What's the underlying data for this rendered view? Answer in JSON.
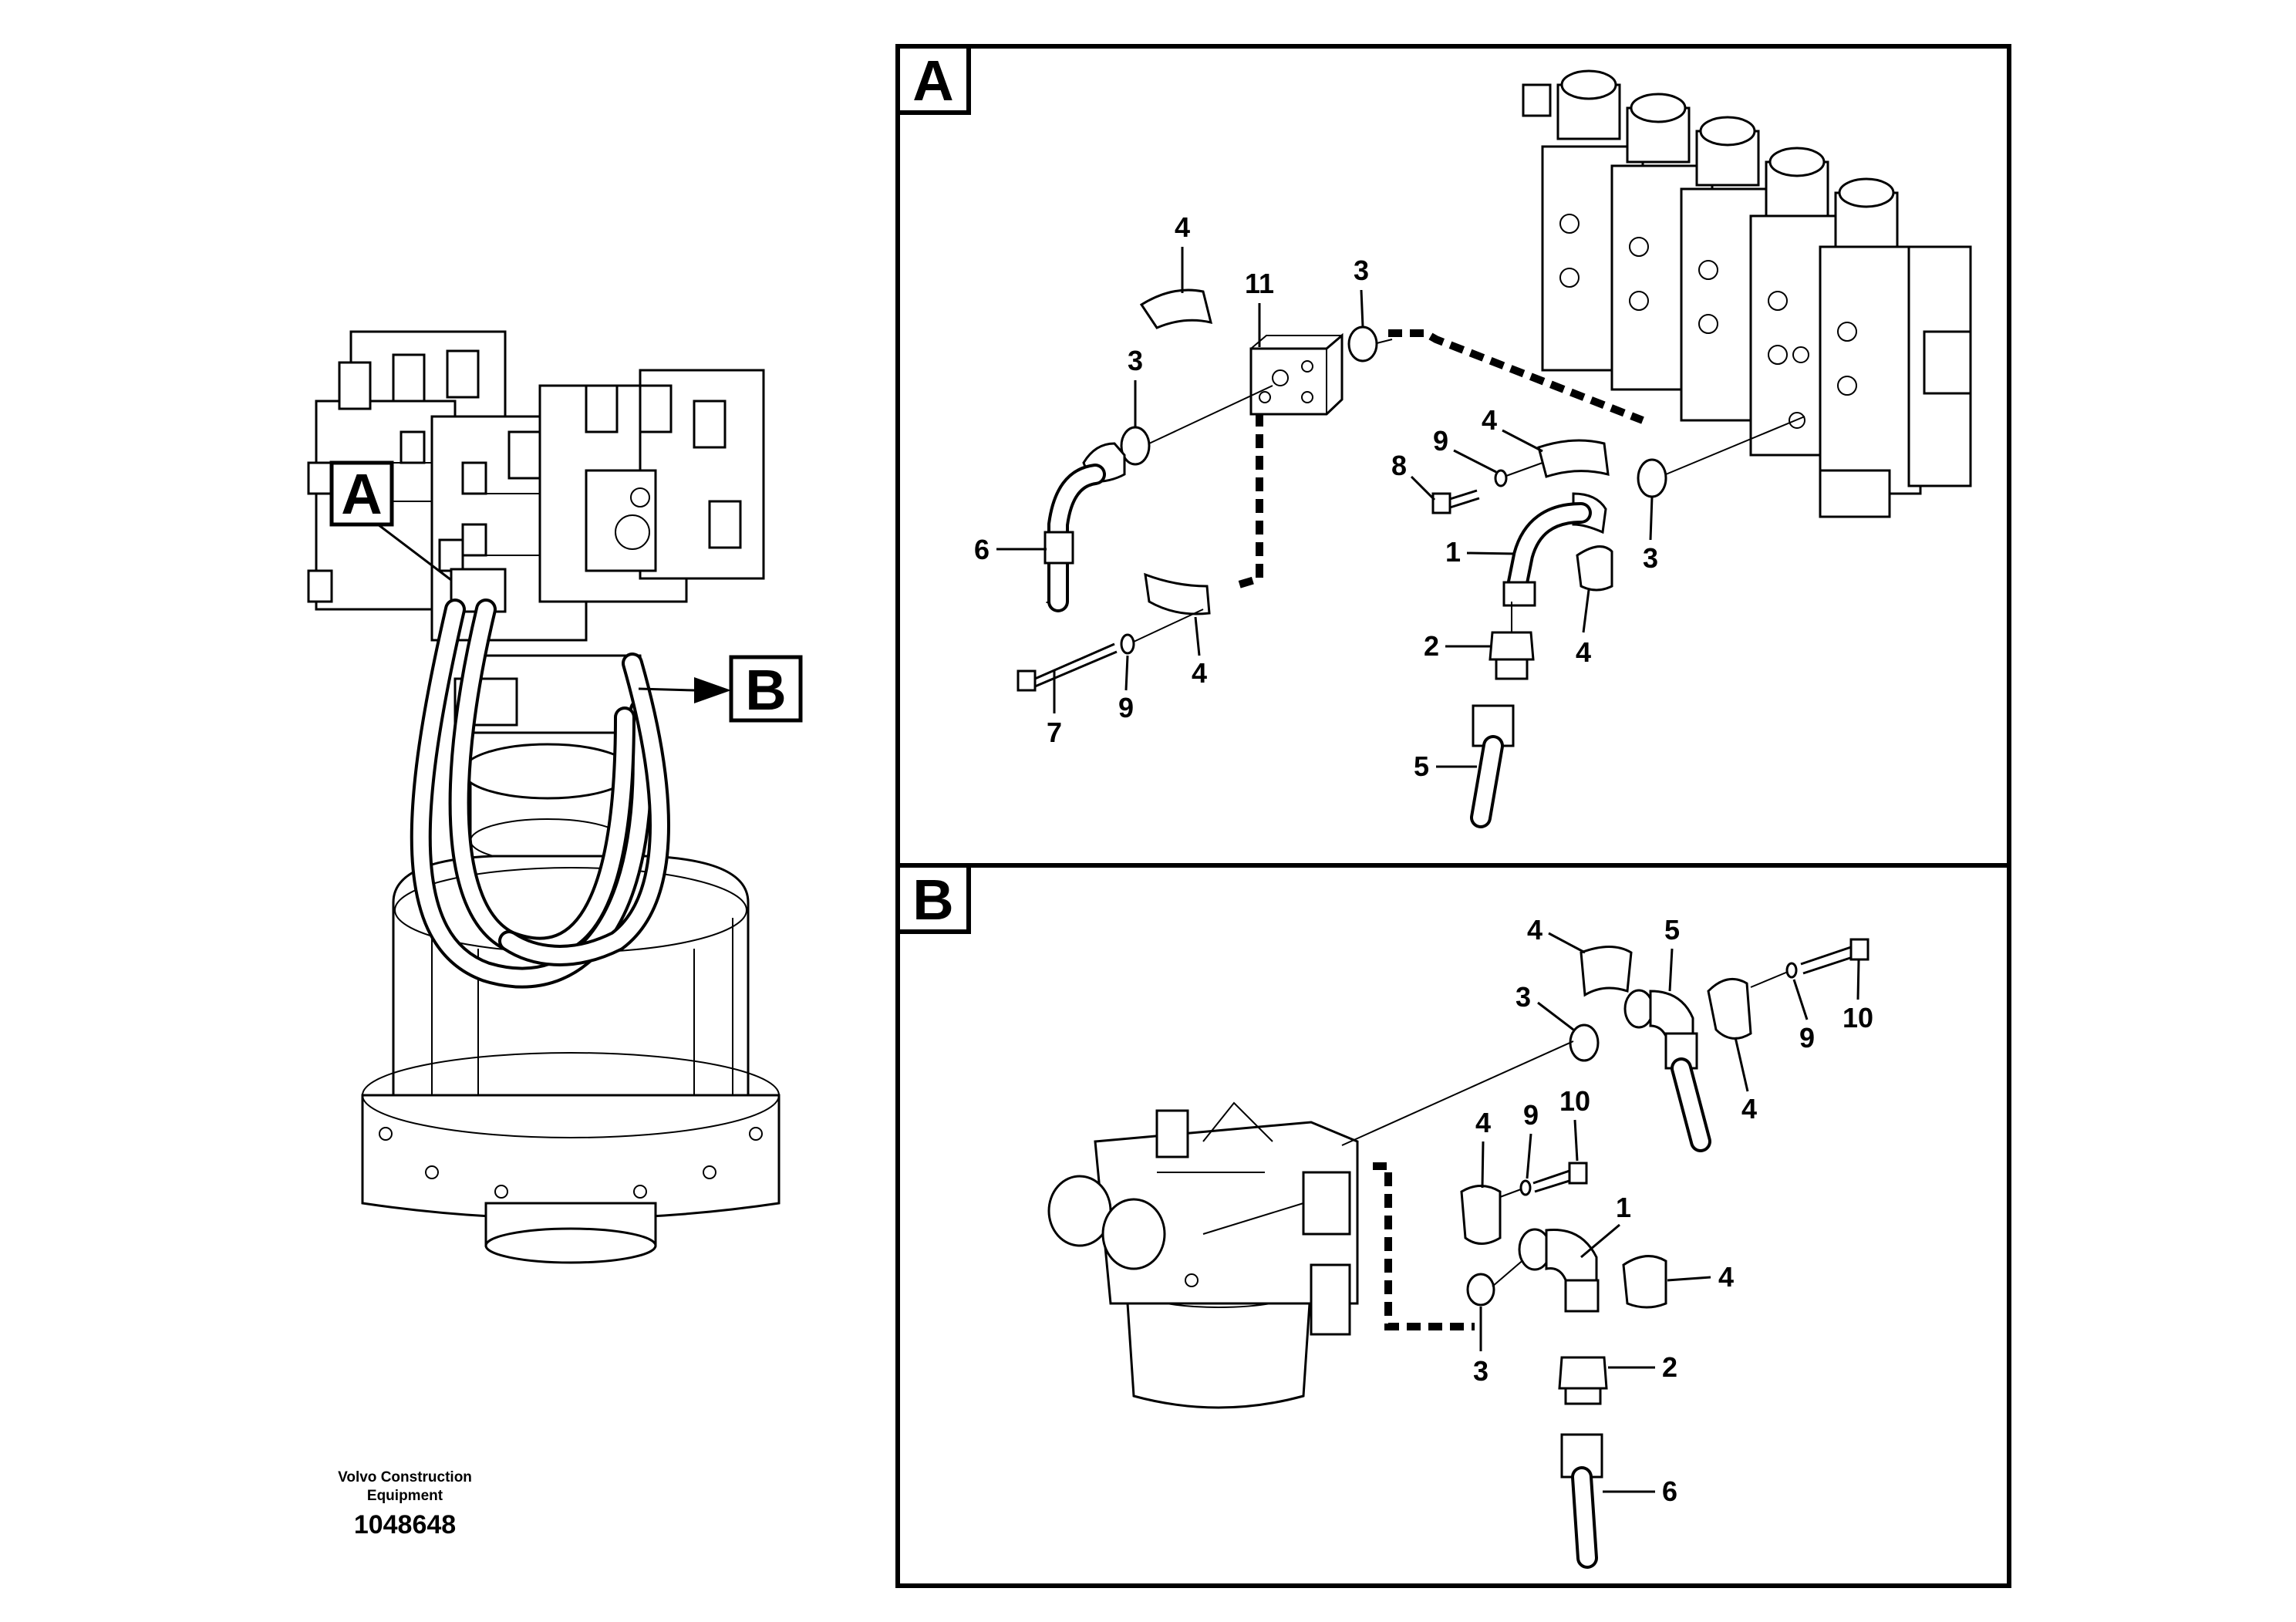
{
  "sections": [
    {
      "id": "A",
      "label": "A"
    },
    {
      "id": "B",
      "label": "B"
    }
  ],
  "overview": {
    "callout_a": "A",
    "callout_b": "B"
  },
  "section_a": {
    "labels": {
      "l4a": "4",
      "l11": "11",
      "l3a": "3",
      "l3b": "3",
      "l9a": "9",
      "l4b": "4",
      "l8": "8",
      "l1": "1",
      "l3c": "3",
      "l6": "6",
      "l2": "2",
      "l4c": "4",
      "l4d": "4",
      "l7": "7",
      "l9b": "9",
      "l5": "5"
    }
  },
  "section_b": {
    "labels": {
      "l4a": "4",
      "l5": "5",
      "l3a": "3",
      "l9a": "9",
      "l10a": "10",
      "l4b": "4",
      "l4c": "4",
      "l9b": "9",
      "l10b": "10",
      "l1": "1",
      "l4d": "4",
      "l3b": "3",
      "l2": "2",
      "l6": "6"
    }
  },
  "credit": {
    "company": "Volvo Construction Equipment",
    "number": "1048648"
  }
}
